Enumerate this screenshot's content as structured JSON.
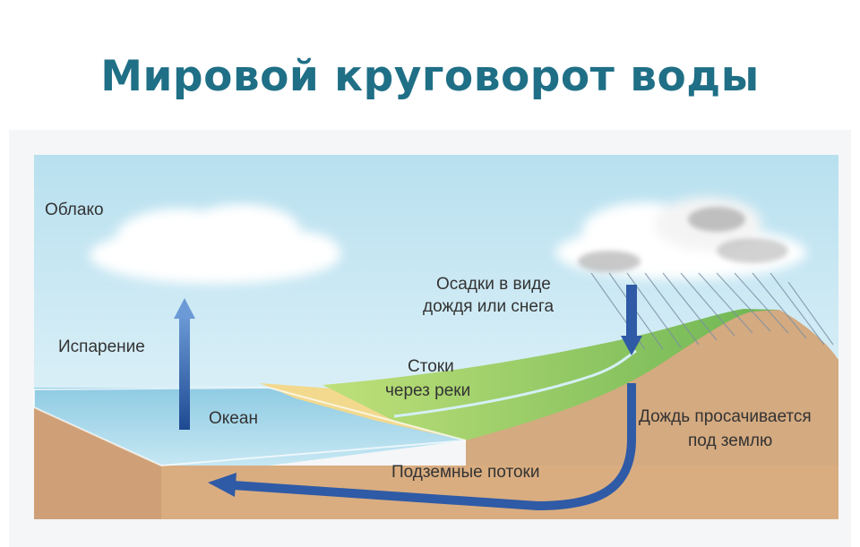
{
  "title": "Мировой круговорот воды",
  "labels": {
    "cloud": "Облако",
    "evaporation": "Испарение",
    "ocean": "Океан",
    "precipitation_line1": "Осадки в виде",
    "precipitation_line2": "дождя или снега",
    "runoff_line1": "Стоки",
    "runoff_line2": "через реки",
    "infiltration_line1": "Дождь просачивается",
    "infiltration_line2": "под землю",
    "groundwater": "Подземные потоки"
  },
  "colors": {
    "title": "#1f6f86",
    "sky": "#bfe3f0",
    "ocean": "#a9d8ea",
    "sand": "#f2d98e",
    "grass": "#8fc965",
    "soil": "#d4aa80",
    "arrow": "#2f5aa6"
  }
}
